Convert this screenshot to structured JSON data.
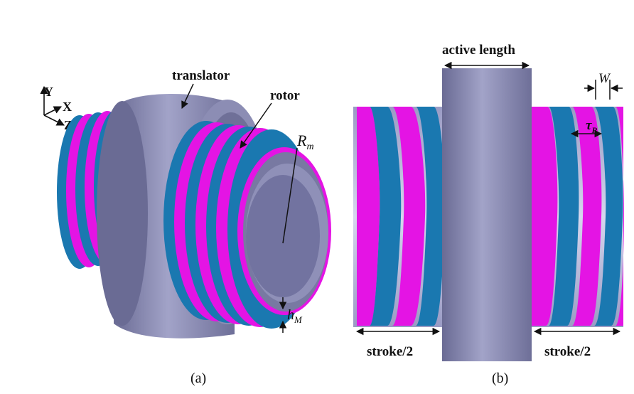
{
  "panel_a": {
    "caption": "(a)",
    "axes": {
      "y": "Y",
      "x": "X",
      "z": "Z"
    },
    "labels": {
      "translator": "translator",
      "rotor": "rotor",
      "rm_main": "R",
      "rm_sub": "m",
      "hm_main": "h",
      "hm_sub": "M"
    }
  },
  "panel_b": {
    "caption": "(b)",
    "labels": {
      "active_length": "active length",
      "w": "W",
      "tau_main": "τ",
      "tau_sub": "P",
      "stroke_left": "stroke/2",
      "stroke_right": "stroke/2"
    }
  },
  "colors": {
    "magenta": "#e414e4",
    "blue": "#1a78b0",
    "translator": "#7f80a8",
    "gap": "#c8c8e0"
  }
}
